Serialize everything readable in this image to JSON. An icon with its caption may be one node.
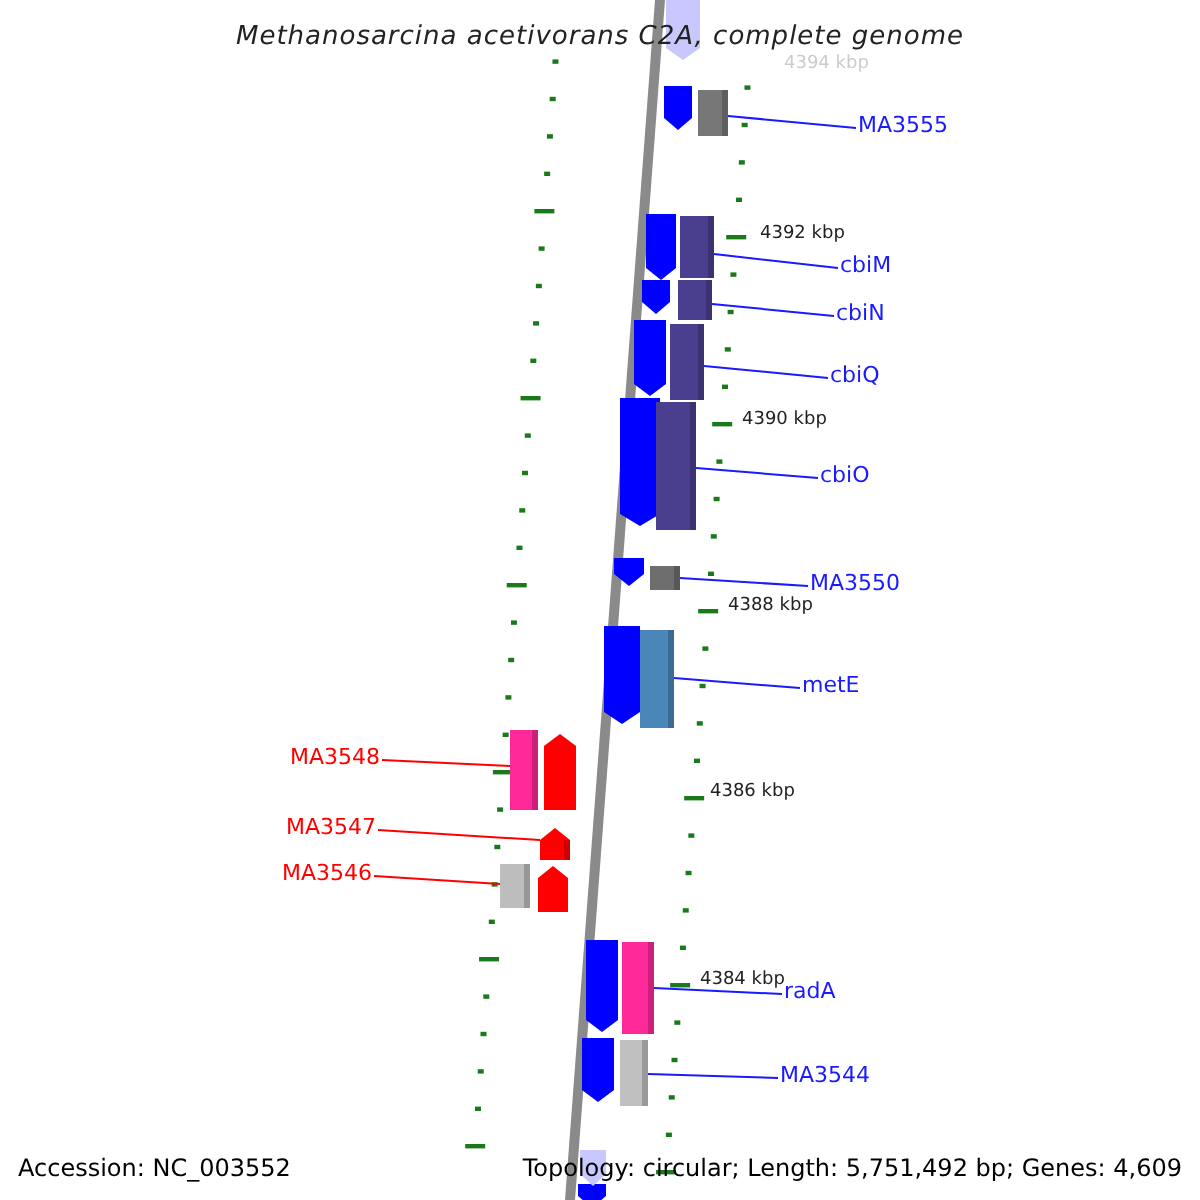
{
  "diagram": {
    "title": "Methanosarcina acetivorans C2A, complete genome",
    "nodes": [
      {
        "text": [
          "MA3555"
        ]
      },
      {
        "text": [
          "cbiM"
        ]
      },
      {
        "text": [
          "cbiN"
        ]
      },
      {
        "text": [
          "cbiQ"
        ]
      },
      {
        "text": [
          "cbiO"
        ]
      },
      {
        "text": [
          "MA3550"
        ]
      },
      {
        "text": [
          "metE"
        ]
      },
      {
        "text": [
          "MA3548"
        ]
      },
      {
        "text": [
          "MA3547"
        ]
      },
      {
        "text": [
          "MA3546"
        ]
      },
      {
        "text": [
          "radA"
        ]
      },
      {
        "text": [
          "MA3544"
        ]
      },
      {
        "text": [],
        "shape": "bar"
      },
      {
        "text": [],
        "shape": "bar"
      },
      {
        "text": [],
        "shape": "bar"
      },
      {
        "text": [],
        "shape": "bar"
      },
      {
        "text": [],
        "shape": "bar"
      },
      {
        "text": [],
        "shape": "bar"
      },
      {
        "text": [],
        "shape": "bar"
      },
      {
        "text": [],
        "shape": "bar"
      },
      {
        "text": [],
        "shape": "arrow"
      },
      {
        "text": [],
        "shape": "bar"
      },
      {
        "text": [],
        "shape": "bar"
      },
      {
        "text": [],
        "shape": "bar"
      }
    ],
    "edges": [
      {
        "from": 0,
        "to": 12,
        "arrow": "none"
      },
      {
        "from": 1,
        "to": 13,
        "arrow": "none"
      },
      {
        "from": 2,
        "to": 14,
        "arrow": "none"
      },
      {
        "from": 3,
        "to": 15,
        "arrow": "none"
      },
      {
        "from": 4,
        "to": 16,
        "arrow": "none"
      },
      {
        "from": 5,
        "to": 17,
        "arrow": "none"
      },
      {
        "from": 6,
        "to": 18,
        "arrow": "none"
      },
      {
        "from": 7,
        "to": 19,
        "arrow": "none",
        "color": "#ff0000"
      },
      {
        "from": 8,
        "to": 20,
        "arrow": "none",
        "color": "#ff0000"
      },
      {
        "from": 9,
        "to": 21,
        "arrow": "none",
        "color": "#ff0000"
      },
      {
        "from": 10,
        "to": 22,
        "arrow": "none"
      },
      {
        "from": 11,
        "to": 23,
        "arrow": "none"
      }
    ],
    "labels": [
      "4394 kbp",
      "4392 kbp",
      "4390 kbp",
      "4388 kbp",
      "4386 kbp",
      "4384 kbp",
      "Accession: NC_003552",
      "Topology: circular; Length: 5,751,492 bp; Genes: 4,609"
    ]
  }
}
